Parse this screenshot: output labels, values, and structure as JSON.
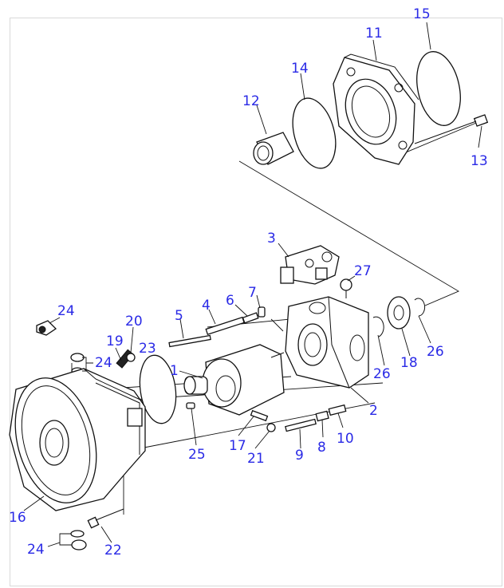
{
  "diagram": {
    "callouts": [
      {
        "id": "c1",
        "text": "1"
      },
      {
        "id": "c2",
        "text": "2"
      },
      {
        "id": "c3",
        "text": "3"
      },
      {
        "id": "c4",
        "text": "4"
      },
      {
        "id": "c5",
        "text": "5"
      },
      {
        "id": "c6",
        "text": "6"
      },
      {
        "id": "c7",
        "text": "7"
      },
      {
        "id": "c8",
        "text": "8"
      },
      {
        "id": "c9",
        "text": "9"
      },
      {
        "id": "c10",
        "text": "10"
      },
      {
        "id": "c11",
        "text": "11"
      },
      {
        "id": "c12",
        "text": "12"
      },
      {
        "id": "c13",
        "text": "13"
      },
      {
        "id": "c14",
        "text": "14"
      },
      {
        "id": "c15",
        "text": "15"
      },
      {
        "id": "c16",
        "text": "16"
      },
      {
        "id": "c17",
        "text": "17"
      },
      {
        "id": "c18",
        "text": "18"
      },
      {
        "id": "c19",
        "text": "19"
      },
      {
        "id": "c20",
        "text": "20"
      },
      {
        "id": "c21",
        "text": "21"
      },
      {
        "id": "c22",
        "text": "22"
      },
      {
        "id": "c23",
        "text": "23"
      },
      {
        "id": "c24a",
        "text": "24"
      },
      {
        "id": "c24b",
        "text": "24"
      },
      {
        "id": "c24c",
        "text": "24"
      },
      {
        "id": "c25",
        "text": "25"
      },
      {
        "id": "c26a",
        "text": "26"
      },
      {
        "id": "c26b",
        "text": "26"
      },
      {
        "id": "c27",
        "text": "27"
      }
    ],
    "label_color": "#2a2ae6",
    "line_color": "#111111"
  }
}
